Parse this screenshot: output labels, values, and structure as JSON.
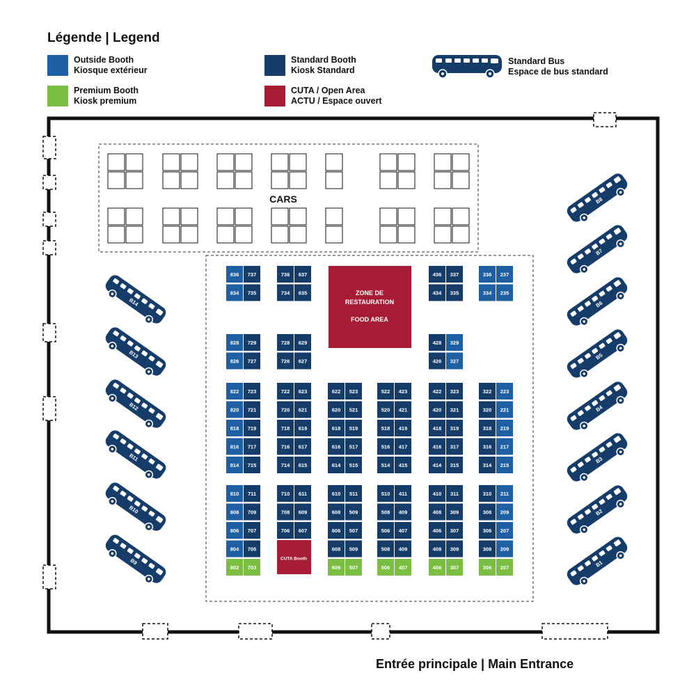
{
  "legend": {
    "title": "Légende | Legend",
    "items": [
      {
        "key": "outside",
        "line1": "Outside Booth",
        "line2": "Kiosque extérieur",
        "color": "#1f5fa3"
      },
      {
        "key": "standard",
        "line1": "Standard Booth",
        "line2": "Kiosk Standard",
        "color": "#163d6a"
      },
      {
        "key": "bus",
        "line1": "Standard Bus",
        "line2": "Espace de bus standard",
        "color": "#163d6a"
      },
      {
        "key": "premium",
        "line1": "Premium Booth",
        "line2": "Kiosk premium",
        "color": "#7bbf42"
      },
      {
        "key": "cuta",
        "line1": "CUTA / Open Area",
        "line2": "ACTU / Espace ouvert",
        "color": "#a61c34"
      }
    ]
  },
  "colors": {
    "outside": "#1f5fa3",
    "standard": "#163d6a",
    "premium": "#7bbf42",
    "cuta": "#a61c34",
    "bus": "#163d6a"
  },
  "cars_label": "CARS",
  "food_area": {
    "line1": "ZONE DE",
    "line2": "RESTAURATION",
    "line3": "FOOD AREA"
  },
  "cuta_booth_label": "CUTA Booth",
  "entrance_label": "Entrée principale | Main Entrance",
  "booths": [
    {
      "n": "836",
      "t": "outside"
    },
    {
      "n": "737",
      "t": "standard"
    },
    {
      "n": "834",
      "t": "outside"
    },
    {
      "n": "735",
      "t": "standard"
    },
    {
      "n": "736",
      "t": "standard"
    },
    {
      "n": "637",
      "t": "standard"
    },
    {
      "n": "734",
      "t": "standard"
    },
    {
      "n": "635",
      "t": "standard"
    },
    {
      "n": "436",
      "t": "standard"
    },
    {
      "n": "337",
      "t": "standard"
    },
    {
      "n": "434",
      "t": "standard"
    },
    {
      "n": "335",
      "t": "standard"
    },
    {
      "n": "336",
      "t": "outside"
    },
    {
      "n": "237",
      "t": "outside"
    },
    {
      "n": "334",
      "t": "outside"
    },
    {
      "n": "235",
      "t": "outside"
    },
    {
      "n": "828",
      "t": "outside"
    },
    {
      "n": "729",
      "t": "standard"
    },
    {
      "n": "826",
      "t": "outside"
    },
    {
      "n": "727",
      "t": "standard"
    },
    {
      "n": "728",
      "t": "standard"
    },
    {
      "n": "629",
      "t": "standard"
    },
    {
      "n": "726",
      "t": "standard"
    },
    {
      "n": "627",
      "t": "standard"
    },
    {
      "n": "428",
      "t": "standard"
    },
    {
      "n": "329",
      "t": "outside"
    },
    {
      "n": "426",
      "t": "standard"
    },
    {
      "n": "327",
      "t": "outside"
    },
    {
      "n": "822",
      "t": "outside"
    },
    {
      "n": "723",
      "t": "standard"
    },
    {
      "n": "820",
      "t": "outside"
    },
    {
      "n": "721",
      "t": "standard"
    },
    {
      "n": "818",
      "t": "outside"
    },
    {
      "n": "719",
      "t": "standard"
    },
    {
      "n": "816",
      "t": "outside"
    },
    {
      "n": "717",
      "t": "standard"
    },
    {
      "n": "814",
      "t": "outside"
    },
    {
      "n": "715",
      "t": "standard"
    },
    {
      "n": "722",
      "t": "standard"
    },
    {
      "n": "623",
      "t": "standard"
    },
    {
      "n": "720",
      "t": "standard"
    },
    {
      "n": "621",
      "t": "standard"
    },
    {
      "n": "718",
      "t": "standard"
    },
    {
      "n": "619",
      "t": "standard"
    },
    {
      "n": "716",
      "t": "standard"
    },
    {
      "n": "617",
      "t": "standard"
    },
    {
      "n": "714",
      "t": "standard"
    },
    {
      "n": "615",
      "t": "standard"
    },
    {
      "n": "622",
      "t": "standard"
    },
    {
      "n": "523",
      "t": "standard"
    },
    {
      "n": "620",
      "t": "standard"
    },
    {
      "n": "521",
      "t": "standard"
    },
    {
      "n": "618",
      "t": "standard"
    },
    {
      "n": "519",
      "t": "standard"
    },
    {
      "n": "616",
      "t": "standard"
    },
    {
      "n": "517",
      "t": "standard"
    },
    {
      "n": "614",
      "t": "standard"
    },
    {
      "n": "515",
      "t": "standard"
    },
    {
      "n": "522",
      "t": "standard"
    },
    {
      "n": "423",
      "t": "standard"
    },
    {
      "n": "520",
      "t": "standard"
    },
    {
      "n": "421",
      "t": "standard"
    },
    {
      "n": "518",
      "t": "standard"
    },
    {
      "n": "419",
      "t": "standard"
    },
    {
      "n": "516",
      "t": "standard"
    },
    {
      "n": "417",
      "t": "standard"
    },
    {
      "n": "514",
      "t": "standard"
    },
    {
      "n": "415",
      "t": "standard"
    },
    {
      "n": "422",
      "t": "standard"
    },
    {
      "n": "323",
      "t": "standard"
    },
    {
      "n": "420",
      "t": "standard"
    },
    {
      "n": "321",
      "t": "standard"
    },
    {
      "n": "418",
      "t": "standard"
    },
    {
      "n": "319",
      "t": "standard"
    },
    {
      "n": "416",
      "t": "standard"
    },
    {
      "n": "317",
      "t": "standard"
    },
    {
      "n": "414",
      "t": "standard"
    },
    {
      "n": "315",
      "t": "standard"
    },
    {
      "n": "322",
      "t": "standard"
    },
    {
      "n": "223",
      "t": "outside"
    },
    {
      "n": "320",
      "t": "standard"
    },
    {
      "n": "221",
      "t": "outside"
    },
    {
      "n": "318",
      "t": "standard"
    },
    {
      "n": "219",
      "t": "outside"
    },
    {
      "n": "316",
      "t": "standard"
    },
    {
      "n": "217",
      "t": "outside"
    },
    {
      "n": "314",
      "t": "standard"
    },
    {
      "n": "215",
      "t": "outside"
    },
    {
      "n": "810",
      "t": "outside"
    },
    {
      "n": "711",
      "t": "standard"
    },
    {
      "n": "808",
      "t": "outside"
    },
    {
      "n": "709",
      "t": "standard"
    },
    {
      "n": "806",
      "t": "outside"
    },
    {
      "n": "707",
      "t": "standard"
    },
    {
      "n": "804",
      "t": "outside"
    },
    {
      "n": "705",
      "t": "standard"
    },
    {
      "n": "802",
      "t": "premium"
    },
    {
      "n": "703",
      "t": "premium"
    },
    {
      "n": "710",
      "t": "standard"
    },
    {
      "n": "611",
      "t": "standard"
    },
    {
      "n": "708",
      "t": "standard"
    },
    {
      "n": "609",
      "t": "standard"
    },
    {
      "n": "706",
      "t": "standard"
    },
    {
      "n": "607",
      "t": "standard"
    },
    {
      "n": "610",
      "t": "standard"
    },
    {
      "n": "511",
      "t": "standard"
    },
    {
      "n": "608",
      "t": "standard"
    },
    {
      "n": "509",
      "t": "standard"
    },
    {
      "n": "606",
      "t": "standard"
    },
    {
      "n": "507",
      "t": "standard"
    },
    {
      "n": "608",
      "t": "standard"
    },
    {
      "n": "509",
      "t": "standard"
    },
    {
      "n": "606",
      "t": "premium"
    },
    {
      "n": "507",
      "t": "premium"
    },
    {
      "n": "510",
      "t": "standard"
    },
    {
      "n": "411",
      "t": "standard"
    },
    {
      "n": "508",
      "t": "standard"
    },
    {
      "n": "409",
      "t": "standard"
    },
    {
      "n": "506",
      "t": "standard"
    },
    {
      "n": "407",
      "t": "standard"
    },
    {
      "n": "508",
      "t": "standard"
    },
    {
      "n": "409",
      "t": "standard"
    },
    {
      "n": "506",
      "t": "premium"
    },
    {
      "n": "407",
      "t": "premium"
    },
    {
      "n": "410",
      "t": "standard"
    },
    {
      "n": "311",
      "t": "standard"
    },
    {
      "n": "408",
      "t": "standard"
    },
    {
      "n": "309",
      "t": "standard"
    },
    {
      "n": "406",
      "t": "standard"
    },
    {
      "n": "307",
      "t": "standard"
    },
    {
      "n": "408",
      "t": "standard"
    },
    {
      "n": "309",
      "t": "standard"
    },
    {
      "n": "406",
      "t": "premium"
    },
    {
      "n": "307",
      "t": "premium"
    },
    {
      "n": "310",
      "t": "standard"
    },
    {
      "n": "211",
      "t": "outside"
    },
    {
      "n": "308",
      "t": "standard"
    },
    {
      "n": "209",
      "t": "outside"
    },
    {
      "n": "306",
      "t": "standard"
    },
    {
      "n": "207",
      "t": "outside"
    },
    {
      "n": "308",
      "t": "standard"
    },
    {
      "n": "209",
      "t": "outside"
    },
    {
      "n": "306",
      "t": "premium"
    },
    {
      "n": "207",
      "t": "premium"
    }
  ],
  "buses_left": [
    "B14",
    "B13",
    "B12",
    "B11",
    "B10",
    "B9"
  ],
  "buses_right": [
    "B8",
    "B7",
    "B6",
    "B5",
    "B4",
    "B3",
    "B2",
    "B1"
  ]
}
